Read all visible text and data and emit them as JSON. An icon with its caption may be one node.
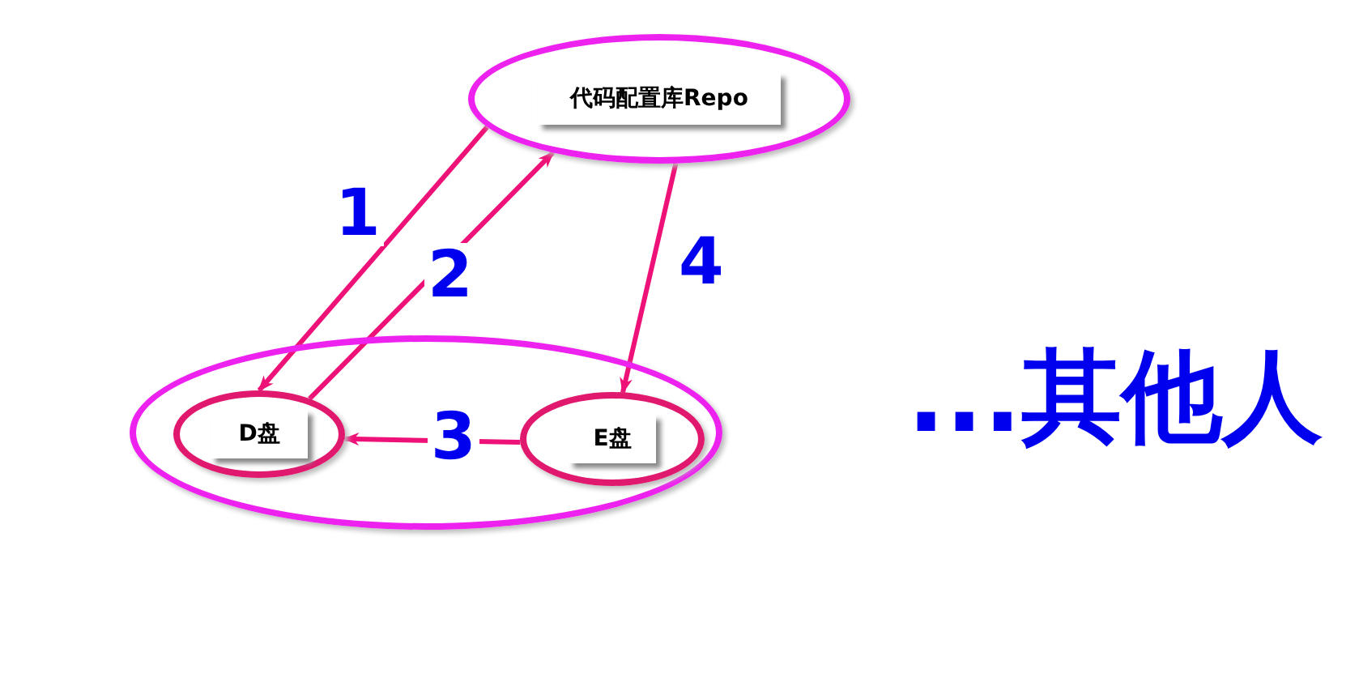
{
  "diagram": {
    "nodes": [
      {
        "text": [
          "代码配置库Repo"
        ]
      },
      {
        "text": [],
        "shape": "circle"
      },
      {
        "text": [
          "D盘"
        ],
        "in": 1
      },
      {
        "text": [
          "E盘"
        ],
        "in": 1
      }
    ],
    "edges": [
      {
        "from": 0,
        "to": 2,
        "arrow": "to",
        "label": "1"
      },
      {
        "from": 2,
        "to": 0,
        "arrow": "to",
        "label": "2"
      },
      {
        "from": 3,
        "to": 2,
        "arrow": "to",
        "label": "3"
      },
      {
        "from": 0,
        "to": 3,
        "arrow": "to",
        "label": "4"
      }
    ],
    "labels": [
      "...其他人"
    ]
  }
}
